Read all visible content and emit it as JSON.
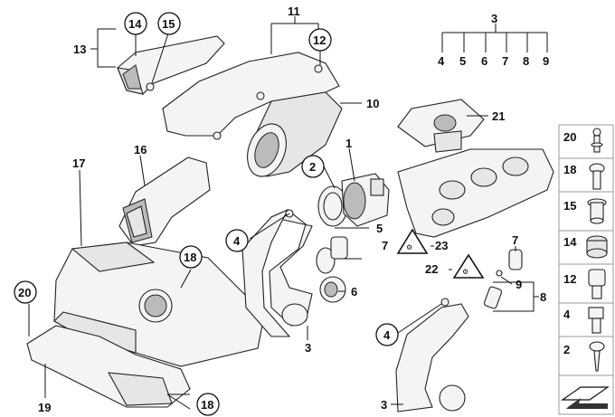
{
  "diagram": {
    "callouts": [
      "1",
      "2",
      "3",
      "4",
      "5",
      "6",
      "7",
      "8",
      "9",
      "10",
      "11",
      "12",
      "13",
      "14",
      "15",
      "16",
      "17",
      "18",
      "19",
      "20",
      "21",
      "22",
      "23"
    ],
    "group_3_children": [
      "4",
      "5",
      "6",
      "7",
      "8",
      "9"
    ],
    "sidebar_items": [
      "20",
      "18",
      "15",
      "14",
      "12",
      "4",
      "2"
    ]
  }
}
